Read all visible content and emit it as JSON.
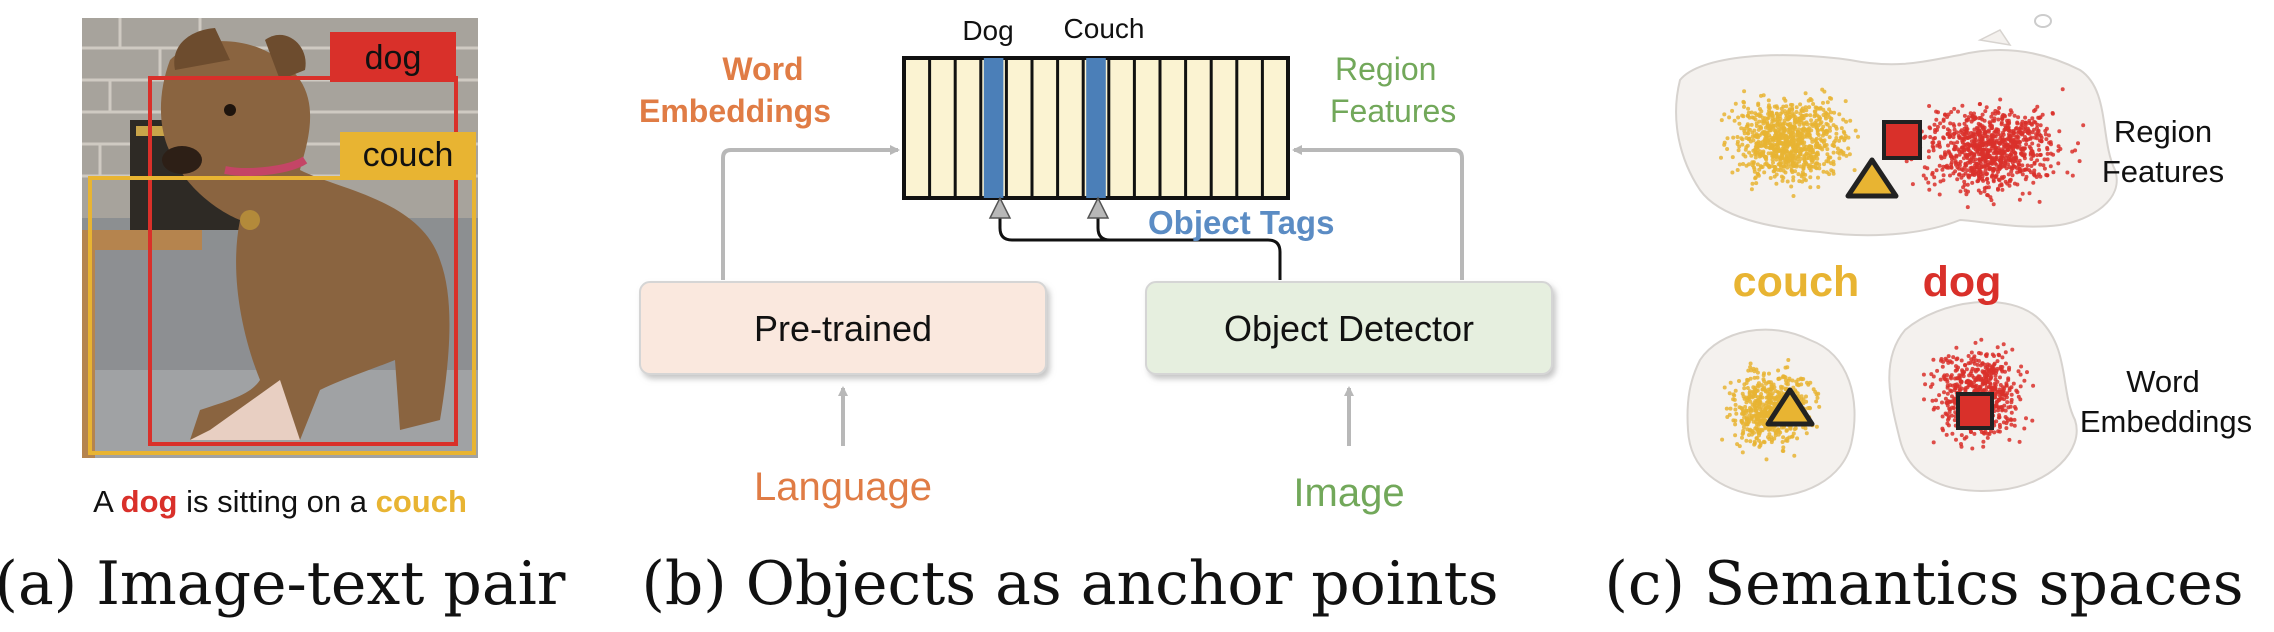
{
  "panel_a": {
    "caption": "(a) Image-text pair",
    "tags": {
      "dog": "dog",
      "couch": "couch"
    },
    "sentence": {
      "prefix": "A ",
      "dog": "dog",
      "middle": " is sitting on a ",
      "couch": "couch"
    }
  },
  "panel_b": {
    "caption": "(b) Objects as anchor points",
    "word_embeddings": [
      "Word",
      "Embeddings"
    ],
    "region_features": [
      "Region",
      "Features"
    ],
    "dog_label": "Dog",
    "couch_label": "Couch",
    "object_tags": "Object Tags",
    "pretrained": "Pre-trained",
    "object_detector": "Object Detector",
    "language": "Language",
    "image": "Image"
  },
  "panel_c": {
    "caption": "(c) Semantics spaces",
    "region_features": [
      "Region",
      "Features"
    ],
    "couch": "couch",
    "dog": "dog",
    "word_embeddings": [
      "Word",
      "Embeddings"
    ]
  },
  "colors": {
    "dog_red": "#d9302a",
    "couch_yellow": "#e8b432",
    "orange_text": "#e07c45",
    "green_text": "#72a85a",
    "blue_text": "#5b8cc4",
    "embed_blue": "#4b7fb8",
    "cell_fill": "#fbf3d2",
    "pretrained_fill": "#fae8de",
    "detector_fill": "#e6efdf"
  }
}
